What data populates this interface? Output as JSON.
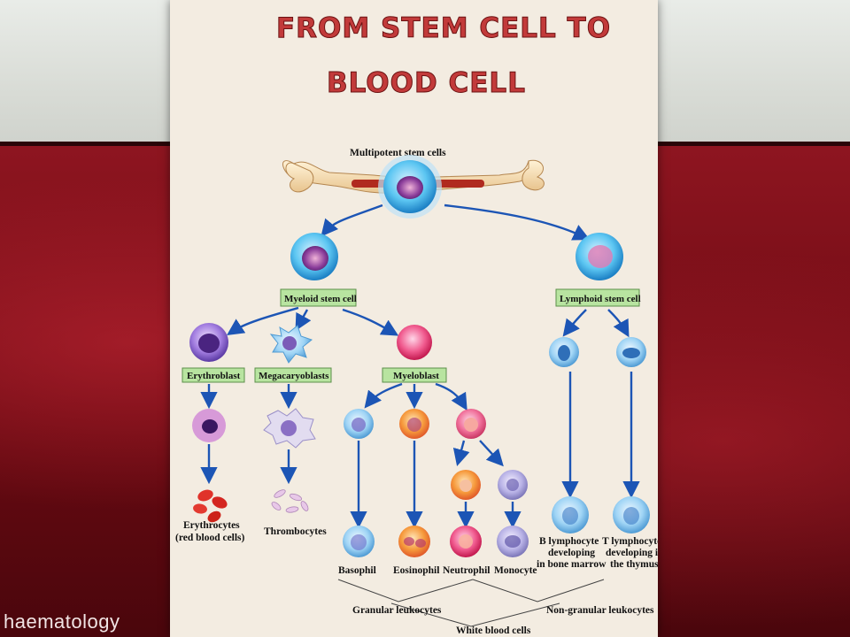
{
  "slide": {
    "footer_label": "haematology"
  },
  "diagram": {
    "title_line1": "FROM STEM CELL TO",
    "title_line2": "BLOOD CELL",
    "root_label": "Multipotent stem cells",
    "myeloid_label": "Myeloid stem cell",
    "lymphoid_label": "Lymphoid stem cell",
    "erythroblast_label": "Erythroblast",
    "megakaryoblast_label": "Megacaryoblasts",
    "myeloblast_label": "Myeloblast",
    "erythrocytes_label_1": "Erythrocytes",
    "erythrocytes_label_2": "(red blood cells)",
    "thrombocytes_label": "Thrombocytes",
    "basophil_label": "Basophil",
    "eosinophil_label": "Eosinophil",
    "neutrophil_label": "Neutrophil",
    "monocyte_label": "Monocyte",
    "b_lymphocyte_label_1": "B lymphocyte",
    "b_lymphocyte_label_2": "developing",
    "b_lymphocyte_label_3": "in bone marrow",
    "t_lymphocyte_label_1": "T lymphocyte",
    "t_lymphocyte_label_2": "developing in",
    "t_lymphocyte_label_3": "the thymus",
    "granular_label": "Granular leukocytes",
    "non_granular_label": "Non-granular leukocytes",
    "white_cells_label": "White blood cells",
    "colors": {
      "arrow": "#1c55b5",
      "label_box": "#b8e4a0",
      "title": "#c23a3a"
    }
  }
}
